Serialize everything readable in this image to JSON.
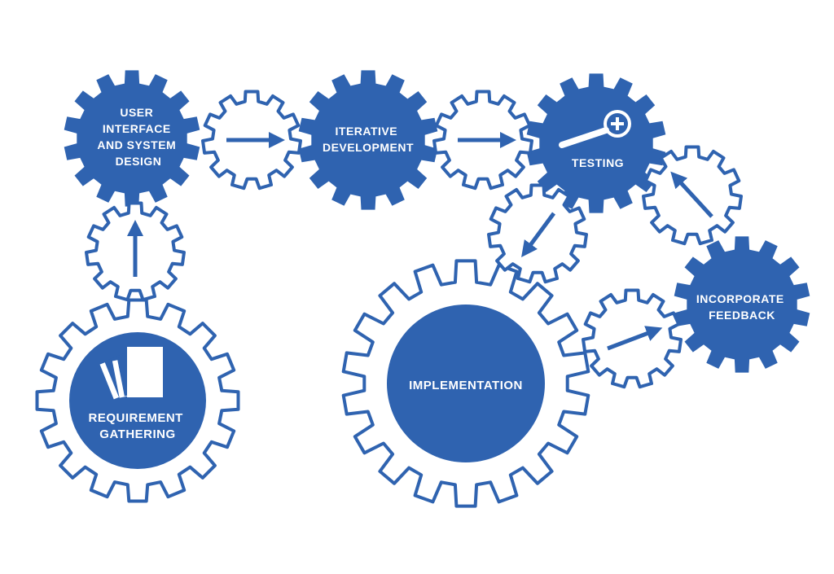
{
  "colors": {
    "primary": "#2f63b0",
    "background": "#ffffff"
  },
  "stages": {
    "ui_design": [
      "USER",
      "INTERFACE",
      "AND SYSTEM",
      "DESIGN"
    ],
    "iterative_dev": [
      "ITERATIVE",
      "DEVELOPMENT"
    ],
    "testing": [
      "TESTING"
    ],
    "feedback": [
      "INCORPORATE",
      "FEEDBACK"
    ],
    "implementation": [
      "IMPLEMENTATION"
    ],
    "requirements": [
      "REQUIREMENT",
      "GATHERING"
    ]
  },
  "icons": {
    "testing": "magnifier-plus-icon",
    "requirements": "documents-icon"
  },
  "connector_arrows": [
    "arrow-up",
    "arrow-right",
    "arrow-right",
    "arrow-down-left",
    "arrow-up-left",
    "arrow-right"
  ]
}
